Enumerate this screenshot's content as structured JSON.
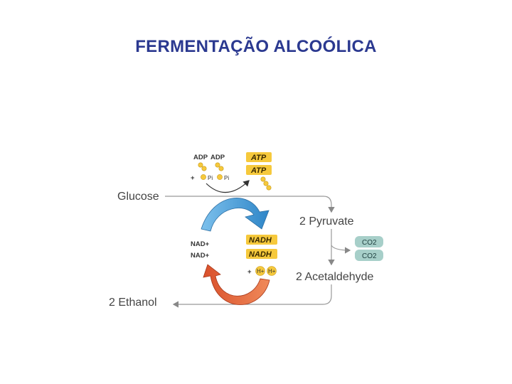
{
  "title": "FERMENTAÇÃO ALCOÓLICA",
  "diagram": {
    "glucose": "Glucose",
    "pyruvate": "2 Pyruvate",
    "acetaldehyde": "2 Acetaldehyde",
    "ethanol": "2 Ethanol",
    "adp_1": "ADP",
    "adp_2": "ADP",
    "plus_top": "+",
    "pi_1": "Pi",
    "pi_2": "Pi",
    "atp_1": "ATP",
    "atp_2": "ATP",
    "nad_1": "NAD+",
    "nad_2": "NAD+",
    "nadh_1": "NADH",
    "nadh_2": "NADH",
    "plus_bottom": "+",
    "h_1": "H+",
    "h_2": "H+",
    "co2_1": "CO2",
    "co2_2": "CO2"
  },
  "colors": {
    "title": "#2b3990",
    "blue_arrow": "#4a9fd8",
    "red_arrow": "#e0663e",
    "badge_yellow": "#f6c93c",
    "co2_teal": "#a7cfc9",
    "line_gray": "#999999"
  }
}
